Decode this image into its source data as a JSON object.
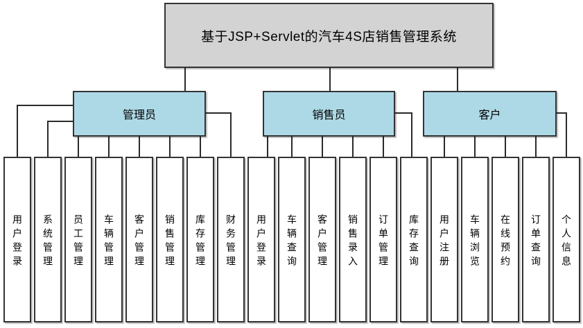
{
  "diagram": {
    "title": "基于JSP+Servlet的汽车4S店销售管理系统",
    "colors": {
      "title_box_fill": "#d3d3d3",
      "role_box_fill": "#add9e6",
      "leaf_box_fill": "#ffffff",
      "box_border": "#333333",
      "connector_line": "#2a2a2a",
      "text": "#000000",
      "background": "#ffffff"
    },
    "roles": [
      {
        "label": "管理员",
        "children": [
          "用户登录",
          "系统管理",
          "员工管理",
          "车辆管理",
          "客户管理",
          "销售管理",
          "库存管理",
          "财务管理"
        ]
      },
      {
        "label": "销售员",
        "children": [
          "用户登录",
          "车辆查询",
          "客户管理",
          "销售录入",
          "订单管理",
          "库存查询"
        ]
      },
      {
        "label": "客户",
        "children": [
          "用户注册",
          "车辆浏览",
          "在线预约",
          "订单查询",
          "个人信息"
        ]
      }
    ]
  }
}
